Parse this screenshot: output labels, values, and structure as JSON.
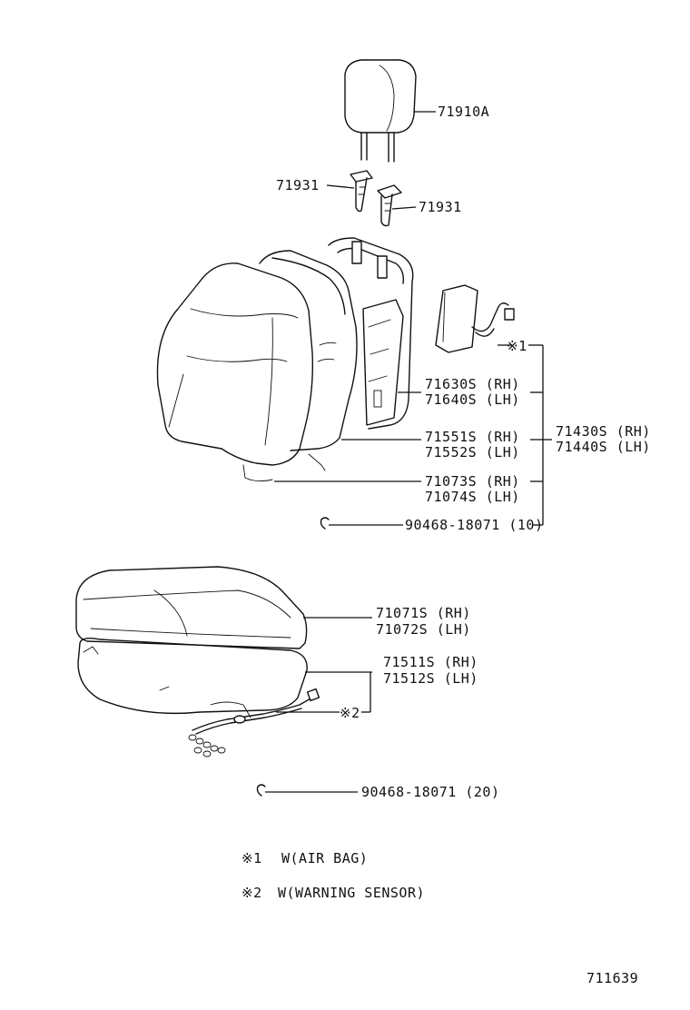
{
  "labels": {
    "headrest": "71910A",
    "support_left": "71931",
    "support_right": "71931",
    "frame_rh": "71630S (RH)",
    "frame_lh": "71640S (LH)",
    "pad_rh": "71551S (RH)",
    "pad_lh": "71552S (LH)",
    "cover_rh": "71073S (RH)",
    "cover_lh": "71074S (LH)",
    "assy_rh": "71430S (RH)",
    "assy_lh": "71440S (LH)",
    "ring_back": "90468-18071 (10)",
    "cushion_cover_rh": "71071S (RH)",
    "cushion_cover_lh": "71072S (LH)",
    "cushion_pad_rh": "71511S (RH)",
    "cushion_pad_lh": "71512S (LH)",
    "ring_cushion": "90468-18071 (20)",
    "mark1": "※1",
    "mark2": "※2"
  },
  "legend": {
    "note1_mark": "※1",
    "note1_text": "W(AIR BAG)",
    "note2_mark": "※2",
    "note2_text": "W(WARNING SENSOR)"
  },
  "figure_number": "711639"
}
